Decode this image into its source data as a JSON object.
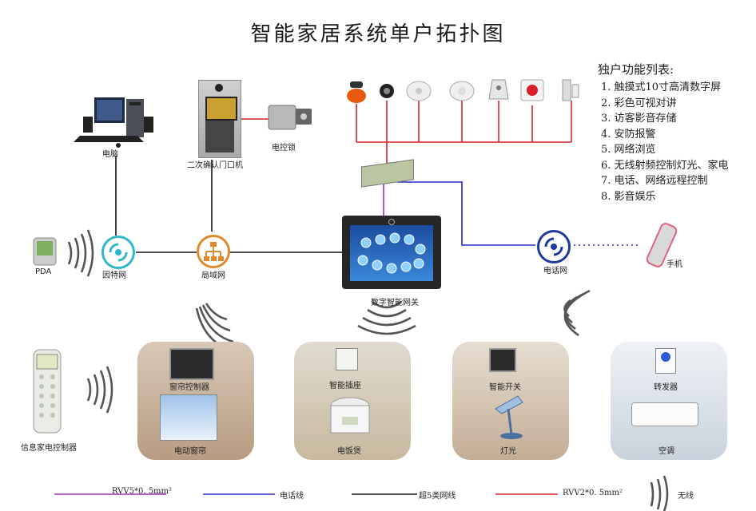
{
  "title": "智能家居系统单户拓扑图",
  "features": {
    "heading": "独户功能列表:",
    "items": [
      "1. 触摸式10寸高清数字屏",
      "2. 彩色可视对讲",
      "3. 访客影音存储",
      "4. 安防报警",
      "5. 网络浏览",
      "6. 无线射频控制灯光、家电",
      "7. 电话、网络远程控制",
      "8. 影音娱乐"
    ]
  },
  "nodes": {
    "computer": "电脑",
    "door_station": "二次确认门口机",
    "electric_lock": "电控锁",
    "pda": "PDA",
    "internet": "因特网",
    "lan": "局域网",
    "gateway": "数字智能网关",
    "telephone_network": "电话网",
    "mobile": "手机",
    "remote_controller": "信息家电控制器"
  },
  "rooms": {
    "curtain_controller": "窗帘控制器",
    "electric_curtain": "电动窗帘",
    "smart_socket": "智能插座",
    "rice_cooker": "电饭煲",
    "smart_switch": "智能开关",
    "lamp": "灯光",
    "ir_transmitter": "转发器",
    "air_conditioner": "空调"
  },
  "legend": [
    {
      "label": "RVV5*0. 5mm²",
      "color": "#9b30b8"
    },
    {
      "label": "电话线",
      "color": "#2a2ac8"
    },
    {
      "label": "超5类网线",
      "color": "#111111"
    },
    {
      "label": "RVV2*0. 5mm²",
      "color": "#d8202a"
    },
    {
      "label": "无线",
      "color": "#555555"
    }
  ],
  "colors": {
    "power_line": "#d8202a",
    "phone_line": "#2a2ac8",
    "network_line": "#111111",
    "hub_border": "#e08a2e",
    "internet_hub": "#30b8c8",
    "phone_hub": "#1e3aa0"
  }
}
